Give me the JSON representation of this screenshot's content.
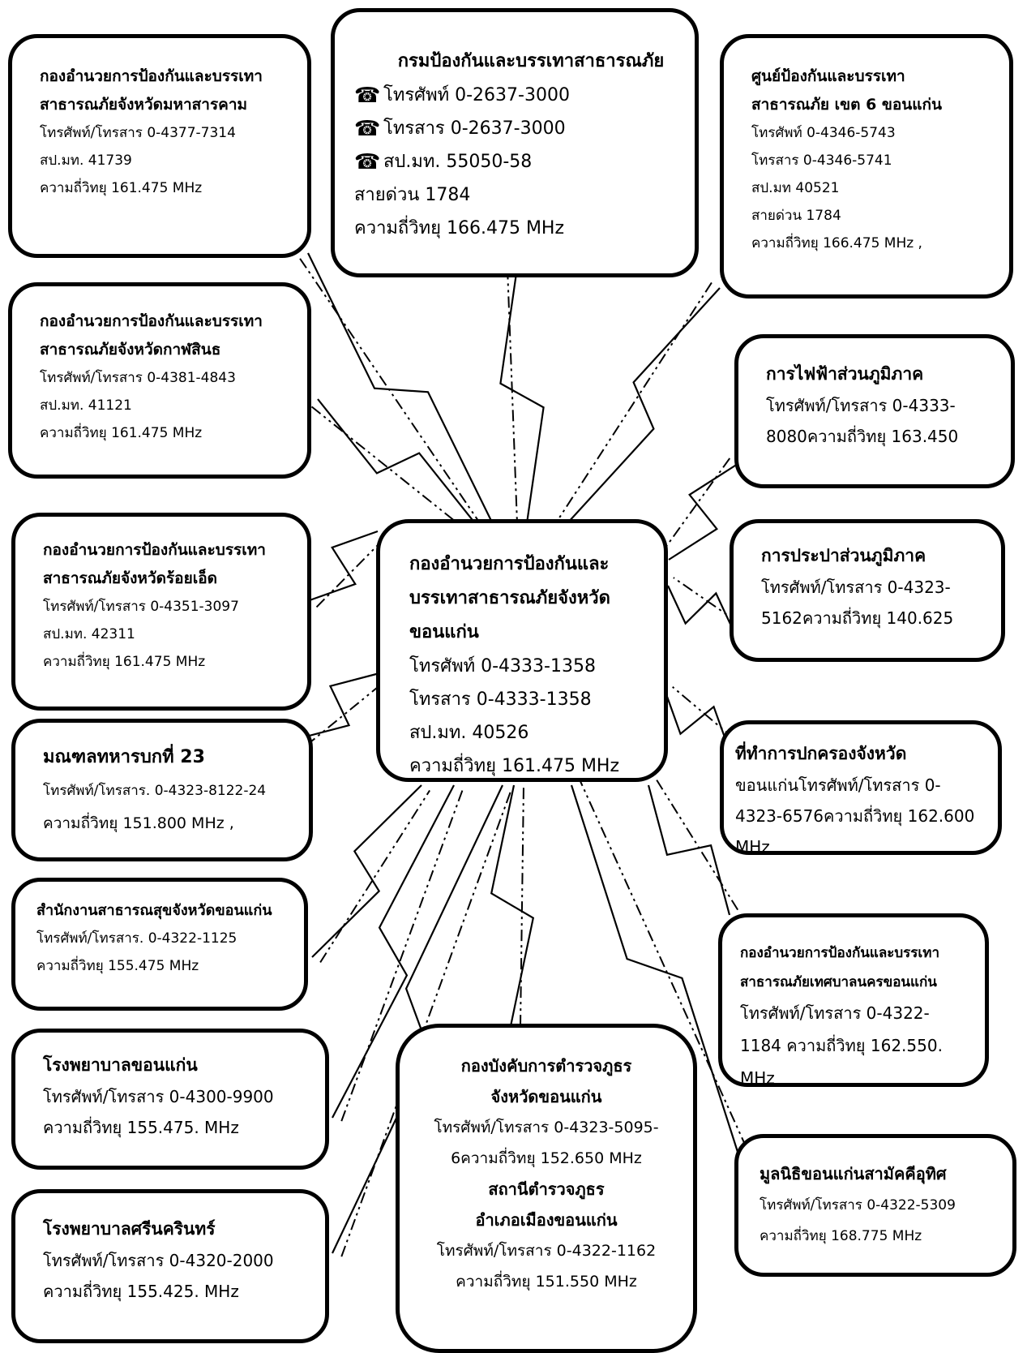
{
  "icons": {
    "phone": "telephone-icon"
  },
  "colors": {
    "stroke": "#000000",
    "background": "#ffffff"
  },
  "top": {
    "title": "กรมป้องกันและบรรเทาสาธารณภัย",
    "phone": "โทรศัพท์ 0-2637-3000",
    "fax": "โทรสาร 0-2637-3000",
    "radio_code": "สป.มท. 55050-58",
    "hotline": "สายด่วน 1784",
    "freq": "ความถี่วิทยุ 166.475 MHz"
  },
  "mahasarakham": {
    "title": "กองอำนวยการป้องกันและบรรเทา\nสาธารณภัยจังหวัดมหาสารคาม",
    "phone": "โทรศัพท์/โทรสาร 0-4377-7314",
    "code": "สป.มท. 41739",
    "freq": "ความถี่วิทยุ 161.475 MHz"
  },
  "zone6": {
    "title": "ศูนย์ป้องกันและบรรเทา\nสาธารณภัย เขต 6 ขอนแก่น",
    "phone": "โทรศัพท์ 0-4346-5743",
    "fax": "โทรสาร  0-4346-5741",
    "code": "สป.มท 40521",
    "hotline": "สายด่วน 1784",
    "freq": "ความถี่วิทยุ 166.475 MHz ,"
  },
  "kalasin": {
    "title": "กองอำนวยการป้องกันและบรรเทา\nสาธารณภัยจังหวัดกาฬสินธ",
    "phone": "โทรศัพท์/โทรสาร 0-4381-4843",
    "code": "สป.มท. 41121",
    "freq": "ความถี่วิทยุ 161.475 MHz"
  },
  "pea": {
    "title": "การไฟฟ้าส่วนภูมิภาค",
    "text": "โทรศัพท์/โทรสาร 0-4333-8080ความถี่วิทยุ 163.450"
  },
  "roiet": {
    "title": "กองอำนวยการป้องกันและบรรเทา\nสาธารณภัยจังหวัดร้อยเอ็ด",
    "phone": "โทรศัพท์/โทรสาร 0-4351-3097",
    "code": "สป.มท. 42311",
    "freq": "ความถี่วิทยุ 161.475 MHz"
  },
  "center": {
    "title": "กองอำนวยการป้องกันและ\nบรรเทาสาธารณภัยจังหวัด\nขอนแก่น",
    "phone": "โทรศัพท์ 0-4333-1358",
    "fax": "โทรสาร 0-4333-1358",
    "code": "สป.มท. 40526",
    "freq": "ความถี่วิทยุ 161.475 MHz"
  },
  "pwa": {
    "title": "การประปาส่วนภูมิภาค",
    "text": "โทรศัพท์/โทรสาร 0-4323-5162ความถี่วิทยุ 140.625"
  },
  "military": {
    "title": "มณฑลทหารบกที่ 23",
    "phone": "โทรศัพท์/โทรสาร. 0-4323-8122-24",
    "freq": "ความถี่วิทยุ 151.800 MHz ,"
  },
  "provincial_hall": {
    "title": "ที่ทำการปกครองจังหวัด",
    "text": "ขอนแก่นโทรศัพท์/โทรสาร 0-4323-6576ความถี่วิทยุ 162.600 MHz"
  },
  "health": {
    "title": "สำนักงานสาธารณสุขจังหวัดขอนแก่น",
    "phone": "โทรศัพท์/โทรสาร. 0-4322-1125",
    "freq": "ความถี่วิทยุ 155.475 MHz"
  },
  "municipal": {
    "title": "กองอำนวยการป้องกันและบรรเทา\nสาธารณภัยเทศบาลนครขอนแก่น",
    "text": "โทรศัพท์/โทรสาร 0-4322-1184 ความถี่วิทยุ 162.550. MHz"
  },
  "kk_hospital": {
    "title": "โรงพยาบาลขอนแก่น",
    "phone": "โทรศัพท์/โทรสาร 0-4300-9900",
    "freq": "ความถี่วิทยุ 155.475. MHz"
  },
  "police": {
    "title1": "กองบังคับการตำรวจภูธร\nจังหวัดขอนแก่น",
    "text1": "โทรศัพท์/โทรสาร 0-4323-5095-6ความถี่วิทยุ 152.650 MHz",
    "title2": "สถานีตำรวจภูธร\nอำเภอเมืองขอนแก่น",
    "phone2": "โทรศัพท์/โทรสาร 0-4322-1162",
    "freq2": "ความถี่วิทยุ 151.550 MHz"
  },
  "foundation": {
    "title": "มูลนิธิขอนแก่นสามัคคีอุทิศ",
    "phone": "โทรศัพท์/โทรสาร 0-4322-5309",
    "freq": "ความถี่วิทยุ 168.775 MHz"
  },
  "srinagarind": {
    "title": "โรงพยาบาลศรีนครินทร์",
    "phone": "โทรศัพท์/โทรสาร 0-4320-2000",
    "freq": "ความถี่วิทยุ 155.425. MHz"
  }
}
